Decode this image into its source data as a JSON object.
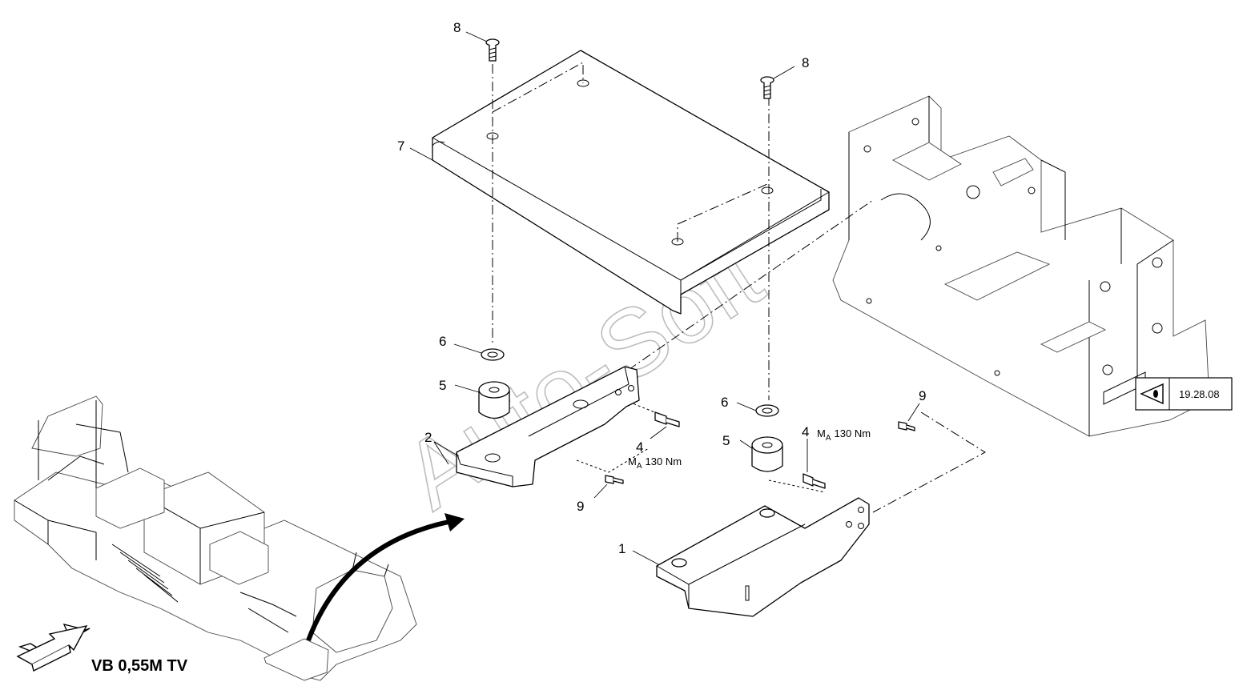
{
  "diagram": {
    "title": "VB 0,55M TV",
    "watermark": "Auto-Soft",
    "reference": {
      "icon": "eye-icon",
      "label": "19.28.08"
    },
    "callouts": {
      "c1": "1",
      "c2": "2",
      "c4a": "4",
      "c4b": "4",
      "c5a": "5",
      "c5b": "5",
      "c6a": "6",
      "c6b": "6",
      "c7": "7",
      "c8a": "8",
      "c8b": "8",
      "c9a": "9",
      "c9b": "9"
    },
    "torque": {
      "symbol": "M",
      "sub": "A",
      "value": "130 Nm"
    }
  }
}
